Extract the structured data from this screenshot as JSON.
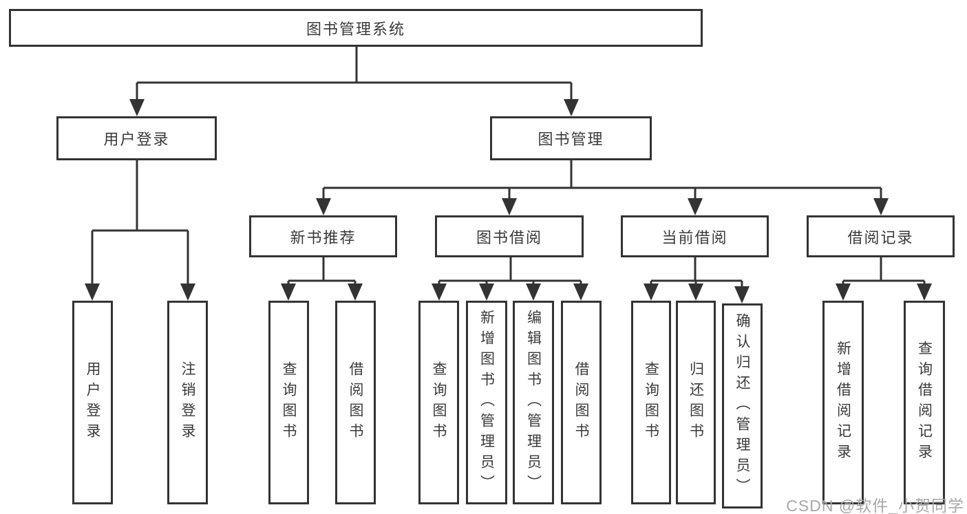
{
  "diagram": {
    "type": "hierarchy-tree",
    "colors": {
      "line": "#333333",
      "box_border": "#333333",
      "box_fill": "#ffffff",
      "text": "#3a3a3a",
      "watermark_text": "#a8a8a8",
      "background": "#ffffff"
    }
  },
  "nodes": {
    "root": "图书管理系统",
    "user_login": "用户登录",
    "book_mgmt": "图书管理",
    "new_book_rec": "新书推荐",
    "book_borrow": "图书借阅",
    "current_borrow": "当前借阅",
    "borrow_records": "借阅记录",
    "leaf_user_login": "用户登录",
    "leaf_logout": "注销登录",
    "leaf_query_books_rec": "查询图书",
    "leaf_borrow_books_rec": "借阅图书",
    "leaf_query_books_borrow": "查询图书",
    "leaf_add_books": "新增图书（管理员）",
    "leaf_edit_books": "编辑图书（管理员）",
    "leaf_borrow_books": "借阅图书",
    "leaf_query_books_current": "查询图书",
    "leaf_return_books": "归还图书",
    "leaf_confirm_return": "确认归还（管理员）",
    "leaf_add_borrow_record": "新增借阅记录",
    "leaf_query_borrow_record": "查询借阅记录"
  },
  "hierarchy": {
    "root": "图书管理系统",
    "children": [
      {
        "label": "用户登录",
        "children": [
          "用户登录",
          "注销登录"
        ]
      },
      {
        "label": "图书管理",
        "children": [
          {
            "label": "新书推荐",
            "children": [
              "查询图书",
              "借阅图书"
            ]
          },
          {
            "label": "图书借阅",
            "children": [
              "查询图书",
              "新增图书（管理员）",
              "编辑图书（管理员）",
              "借阅图书"
            ]
          },
          {
            "label": "当前借阅",
            "children": [
              "查询图书",
              "归还图书",
              "确认归还（管理员）"
            ]
          },
          {
            "label": "借阅记录",
            "children": [
              "新增借阅记录",
              "查询借阅记录"
            ]
          }
        ]
      }
    ]
  },
  "watermark": "CSDN @软件_小贺同学"
}
